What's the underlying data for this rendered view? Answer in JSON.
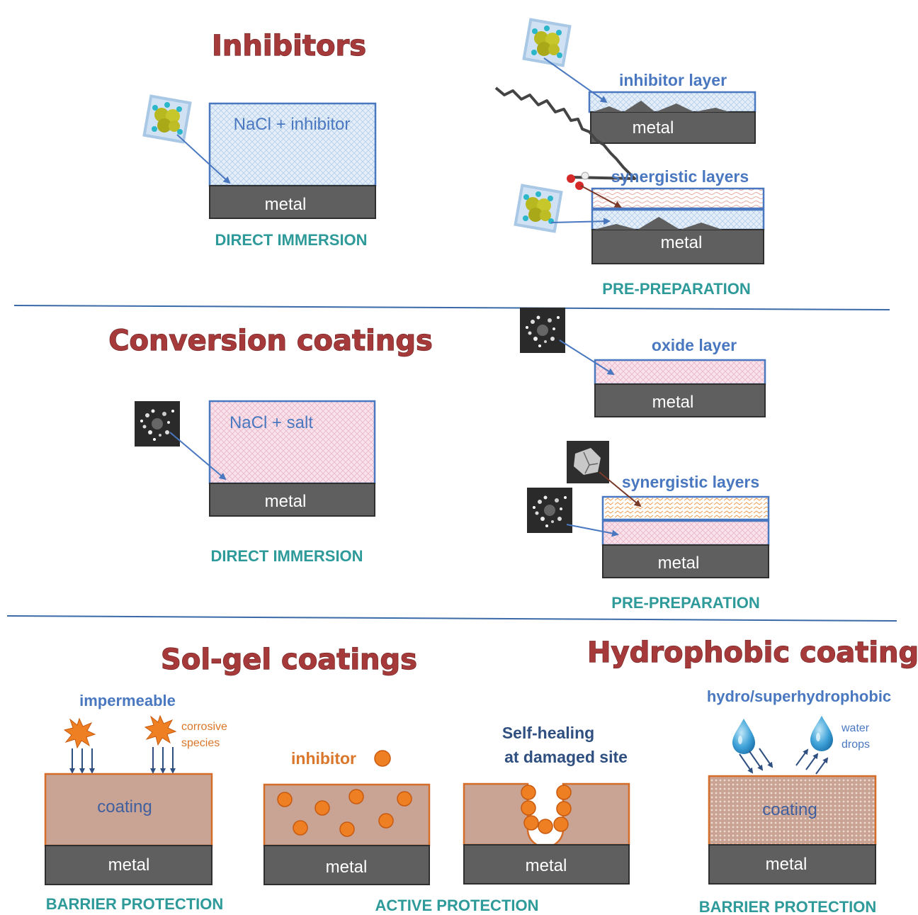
{
  "headings": {
    "inhibitors": "Inhibitors",
    "conversion": "Conversion coatings",
    "solgel": "Sol-gel coatings",
    "hydrophobic": "Hydrophobic coatings"
  },
  "inhibitors": {
    "solution_label": "NaCl + inhibitor",
    "metal": "metal",
    "direct_immersion": "DIRECT IMMERSION",
    "inhibitor_layer": "inhibitor layer",
    "synergistic_layers": "synergistic layers",
    "pre_preparation": "PRE-PREPARATION"
  },
  "conversion": {
    "solution_label": "NaCl + salt",
    "metal": "metal",
    "direct_immersion": "DIRECT IMMERSION",
    "oxide_layer": "oxide layer",
    "synergistic_layers": "synergistic layers",
    "pre_preparation": "PRE-PREPARATION"
  },
  "solgel": {
    "impermeable": "impermeable",
    "corrosive_line1": "corrosive",
    "corrosive_line2": "species",
    "coating": "coating",
    "metal": "metal",
    "barrier_protection": "BARRIER PROTECTION",
    "inhibitor": "inhibitor",
    "self_healing_line1": "Self-healing",
    "self_healing_line2": "at damaged site",
    "active_protection": "ACTIVE PROTECTION"
  },
  "hydrophobic": {
    "hydro_label": "hydro/superhydrophobic",
    "water_line1": "water",
    "water_line2": "drops",
    "coating": "coating",
    "metal": "metal",
    "barrier_protection": "BARRIER PROTECTION"
  },
  "colors": {
    "heading": "#a63a3a",
    "teal_caption": "#2e9a9a",
    "blue_label": "#4a78c0",
    "metal": "#5f5f5f",
    "coating": "#c9a393",
    "coating_border": "#d46d2a",
    "inhibitor_dot": "#ee7f22",
    "divider": "#3a6aa8"
  }
}
